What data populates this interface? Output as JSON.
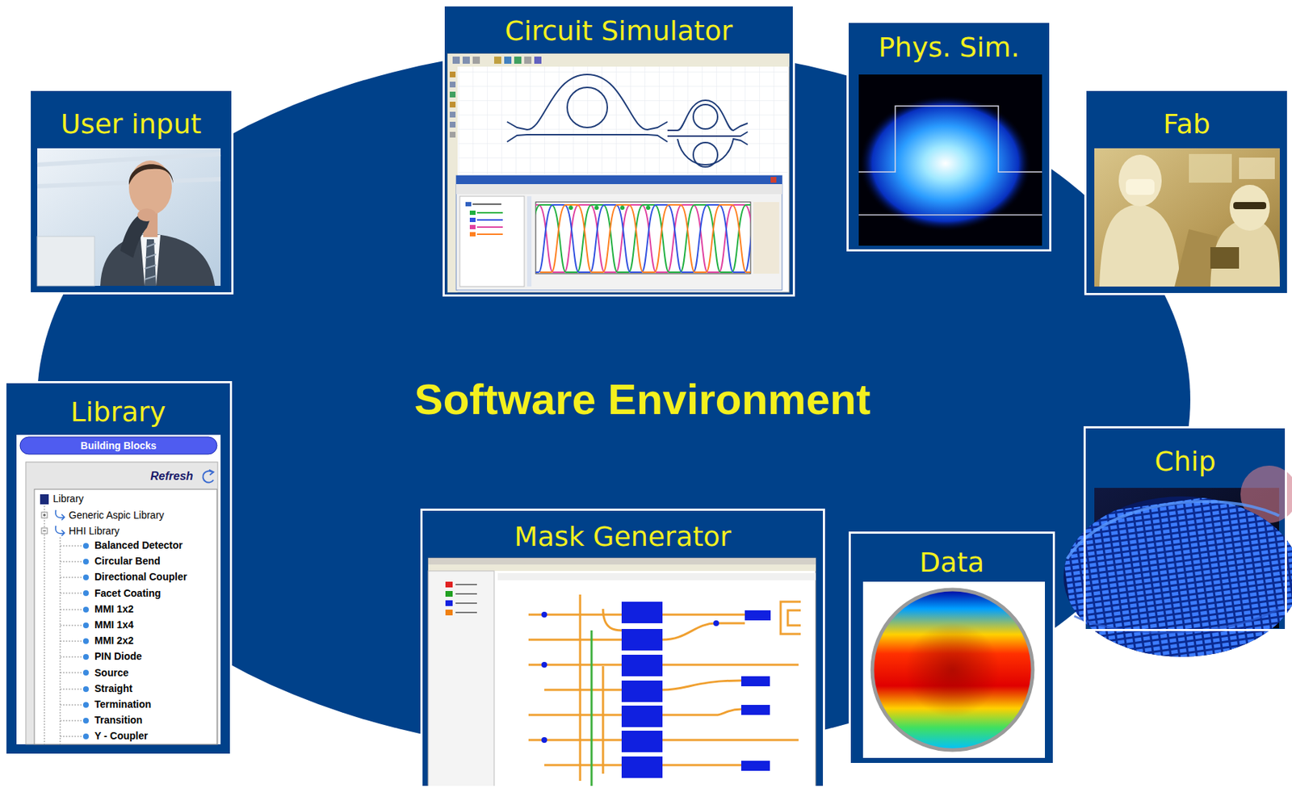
{
  "diagram": {
    "nodes": [
      {
        "text": [
          "Software Environment"
        ]
      },
      {
        "text": [
          "User input"
        ]
      },
      {
        "text": [
          "Circuit Simulator"
        ]
      },
      {
        "text": [
          "Phys. Sim."
        ]
      },
      {
        "text": [
          "Fab"
        ]
      },
      {
        "text": [
          "Library"
        ]
      },
      {
        "text": [
          "Mask Generator"
        ]
      },
      {
        "text": [
          "Data"
        ]
      },
      {
        "text": [
          "Chip"
        ]
      }
    ],
    "labels": [
      "Building Blocks",
      "Refresh",
      "Library",
      "Generic Aspic Library",
      "HHI Library",
      "Balanced Detector",
      "Circular Bend",
      "Directional Coupler",
      "Facet Coating",
      "MMI 1x2",
      "MMI 1x4",
      "MMI 2x2",
      "PIN Diode",
      "Source",
      "Straight",
      "Termination",
      "Transition",
      "Y - Coupler"
    ]
  }
}
